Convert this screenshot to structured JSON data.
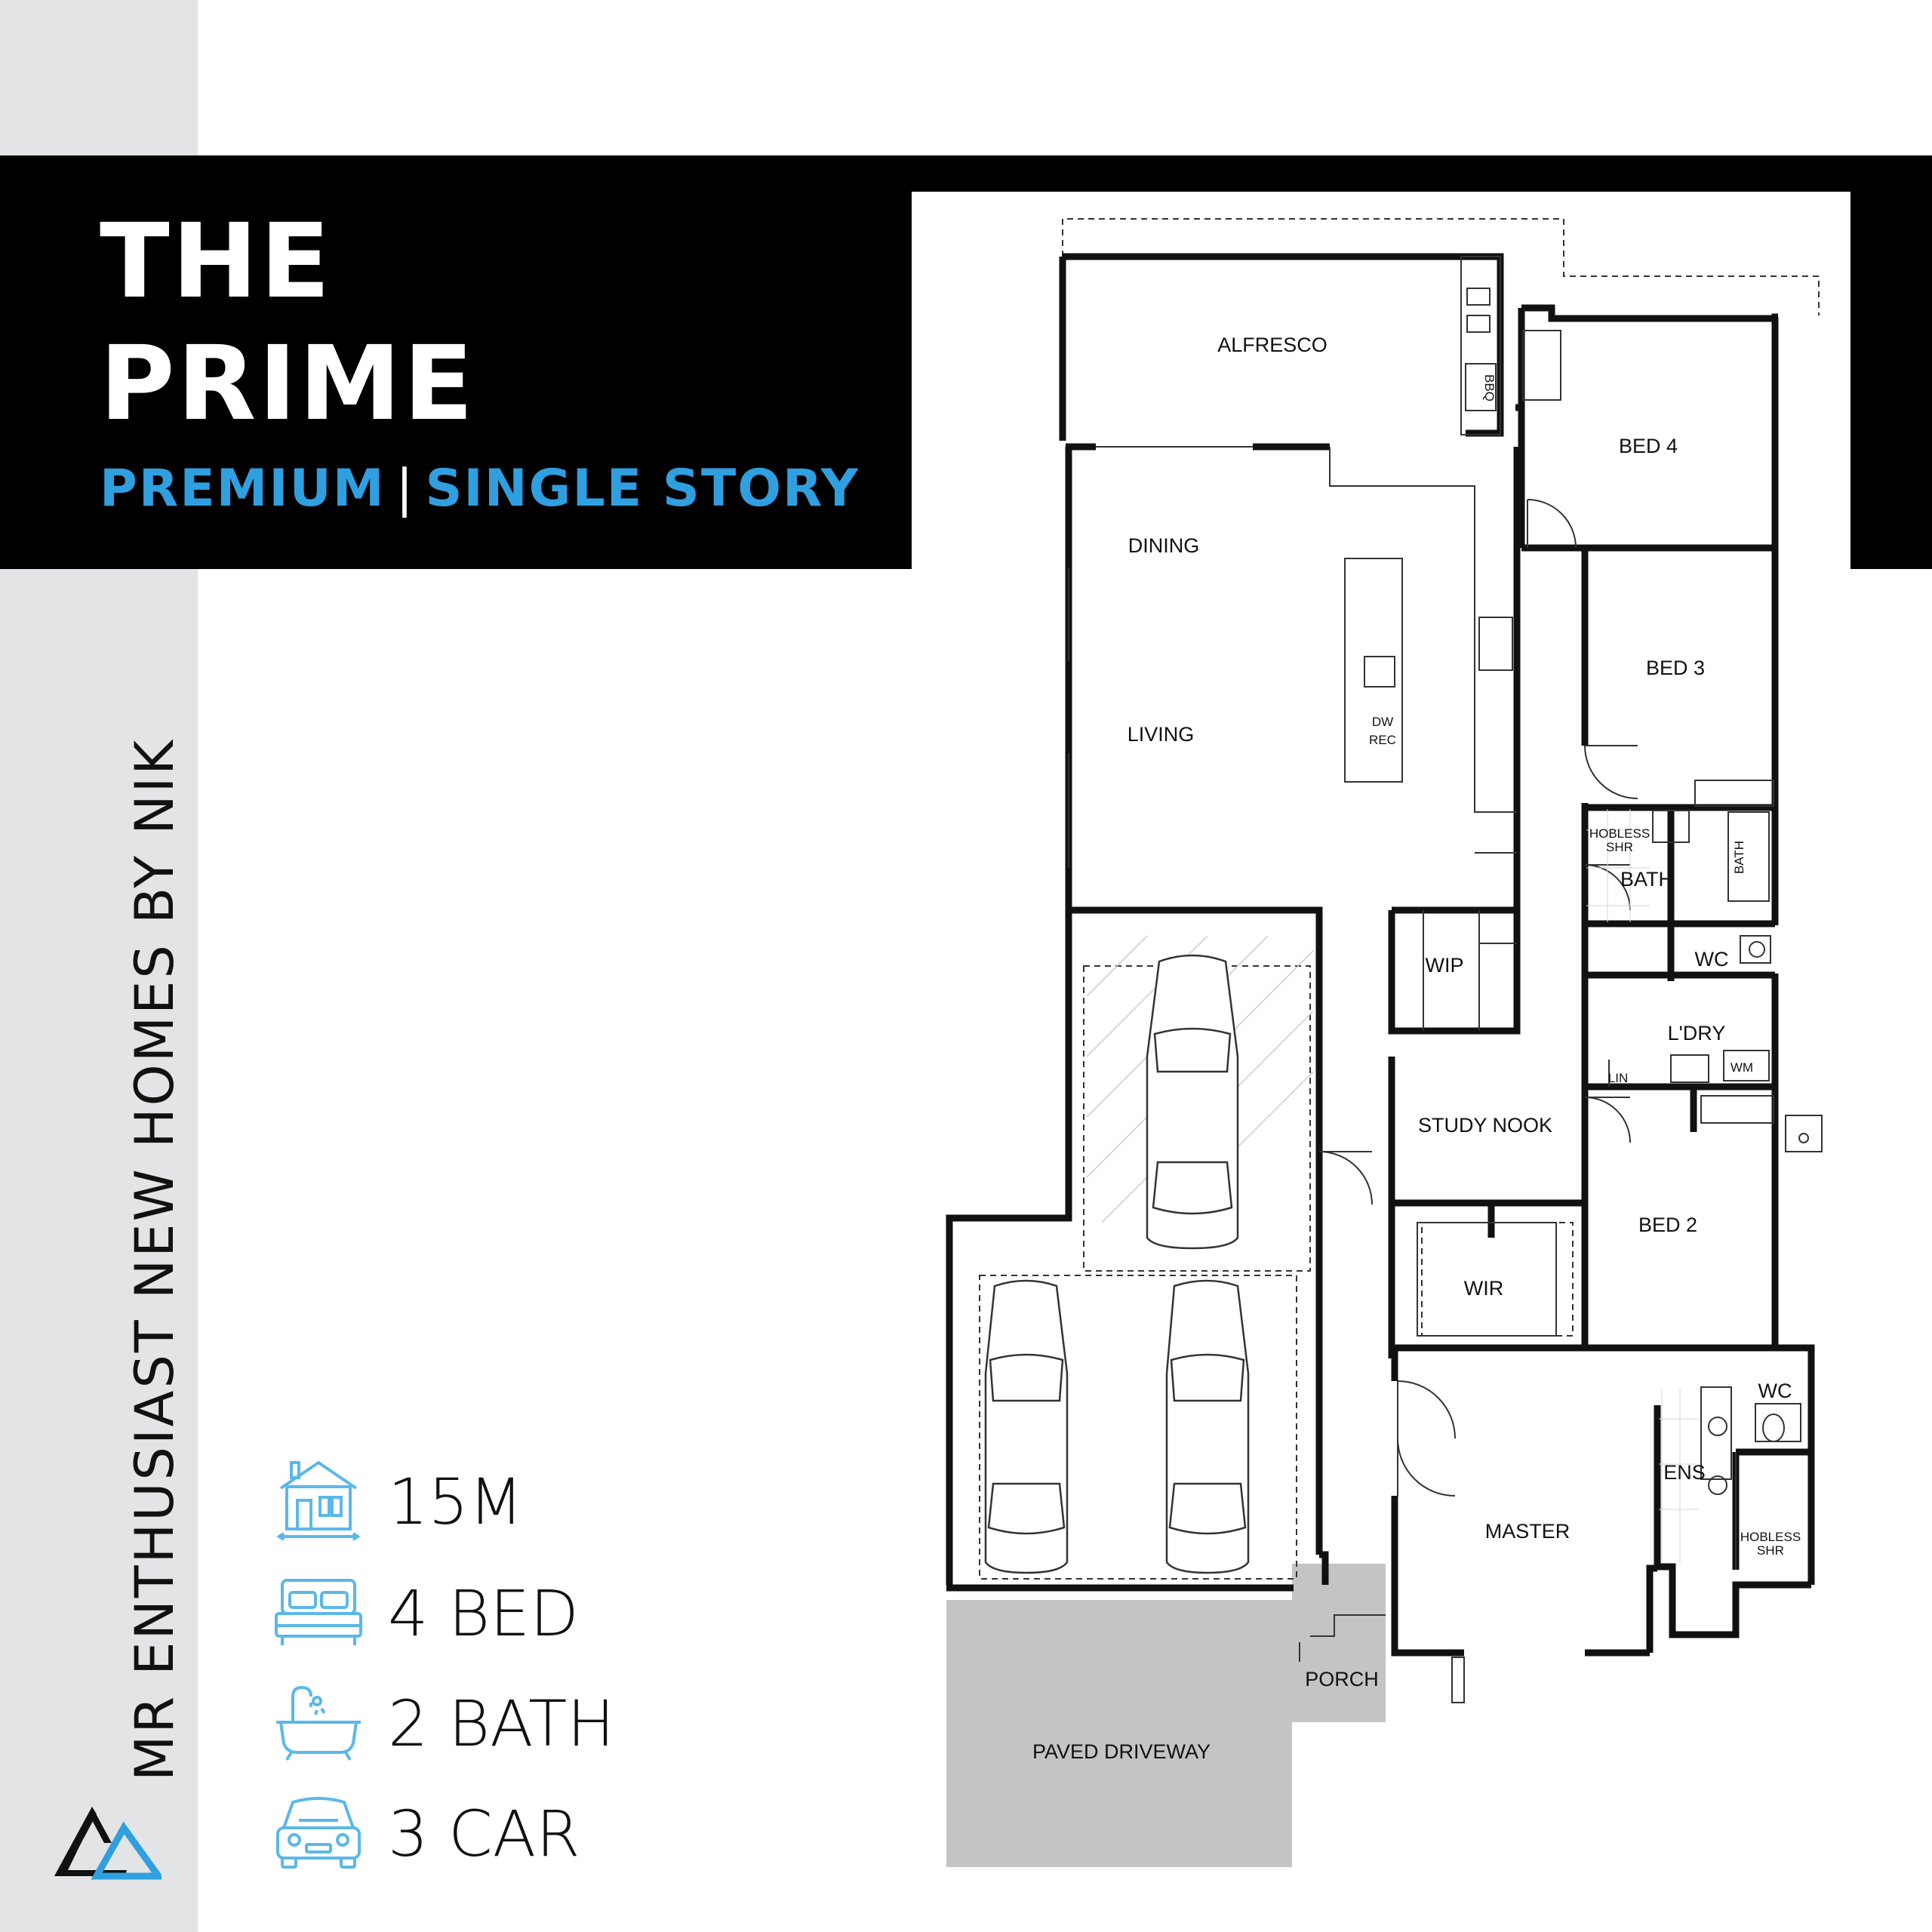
{
  "brand": {
    "vertical_text": "MR ENTHUSIAST NEW HOMES BY NIK"
  },
  "header": {
    "title_line1": "THE",
    "title_line2": "PRIME",
    "tier": "PREMIUM",
    "separator": "|",
    "type": "SINGLE STORY"
  },
  "specs": [
    {
      "icon": "house-icon",
      "label": "15M"
    },
    {
      "icon": "bed-icon",
      "label": "4 BED"
    },
    {
      "icon": "bath-icon",
      "label": "2 BATH"
    },
    {
      "icon": "car-icon",
      "label": "3 CAR"
    }
  ],
  "floorplan": {
    "rooms": {
      "alfresco": "ALFRESCO",
      "bbq": "BBQ",
      "bed4": "BED 4",
      "dining": "DINING",
      "living": "LIVING",
      "dw": "DW",
      "rec": "REC",
      "bed3": "BED 3",
      "hobless_shr_1a": "HOBLESS",
      "hobless_shr_1b": "SHR",
      "bath": "BATH",
      "bath_tub": "BATH",
      "wip": "WIP",
      "wc1": "WC",
      "ldry": "L'DRY",
      "lin": "LIN",
      "wm": "WM",
      "study_nook": "STUDY NOOK",
      "bed2": "BED 2",
      "wir": "WIR",
      "wc2": "WC",
      "ens": "ENS",
      "master": "MASTER",
      "hobless_shr_2a": "HOBLESS",
      "hobless_shr_2b": "SHR",
      "porch": "PORCH",
      "driveway": "PAVED DRIVEWAY"
    }
  },
  "colors": {
    "accent_blue": "#2f9fe0",
    "banner": "#000000",
    "sidebar": "#e3e4e6",
    "icon_blue": "#5bb8e8",
    "driveway_gray": "#c4c4c4"
  }
}
